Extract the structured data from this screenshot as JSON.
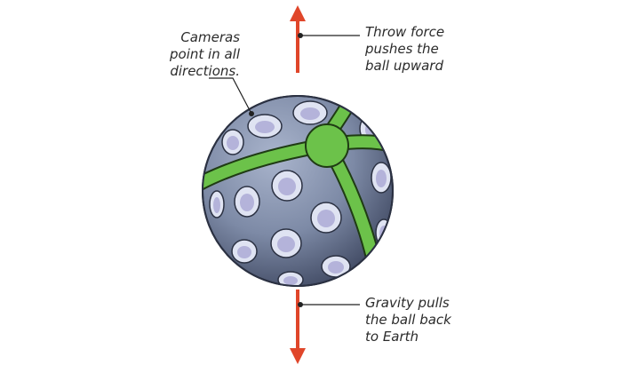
{
  "labels": {
    "cameras": "Cameras\npoint in all\ndirections.",
    "throw_force": "Throw force\npushes the\nball upward",
    "gravity": "Gravity pulls\nthe ball back\nto Earth"
  },
  "colors": {
    "arrow": "#e0462a",
    "ball_body": "#7d8aa6",
    "ball_shadow": "#3e4760",
    "band": "#6cc24a",
    "band_outline": "#1f3b14",
    "camera_rim": "#dfe3f2",
    "camera_lens": "#b4b3da",
    "leader": "#222222"
  },
  "icons": {
    "up_arrow": "arrow-up-icon",
    "down_arrow": "arrow-down-icon",
    "ball": "camera-ball-icon"
  }
}
